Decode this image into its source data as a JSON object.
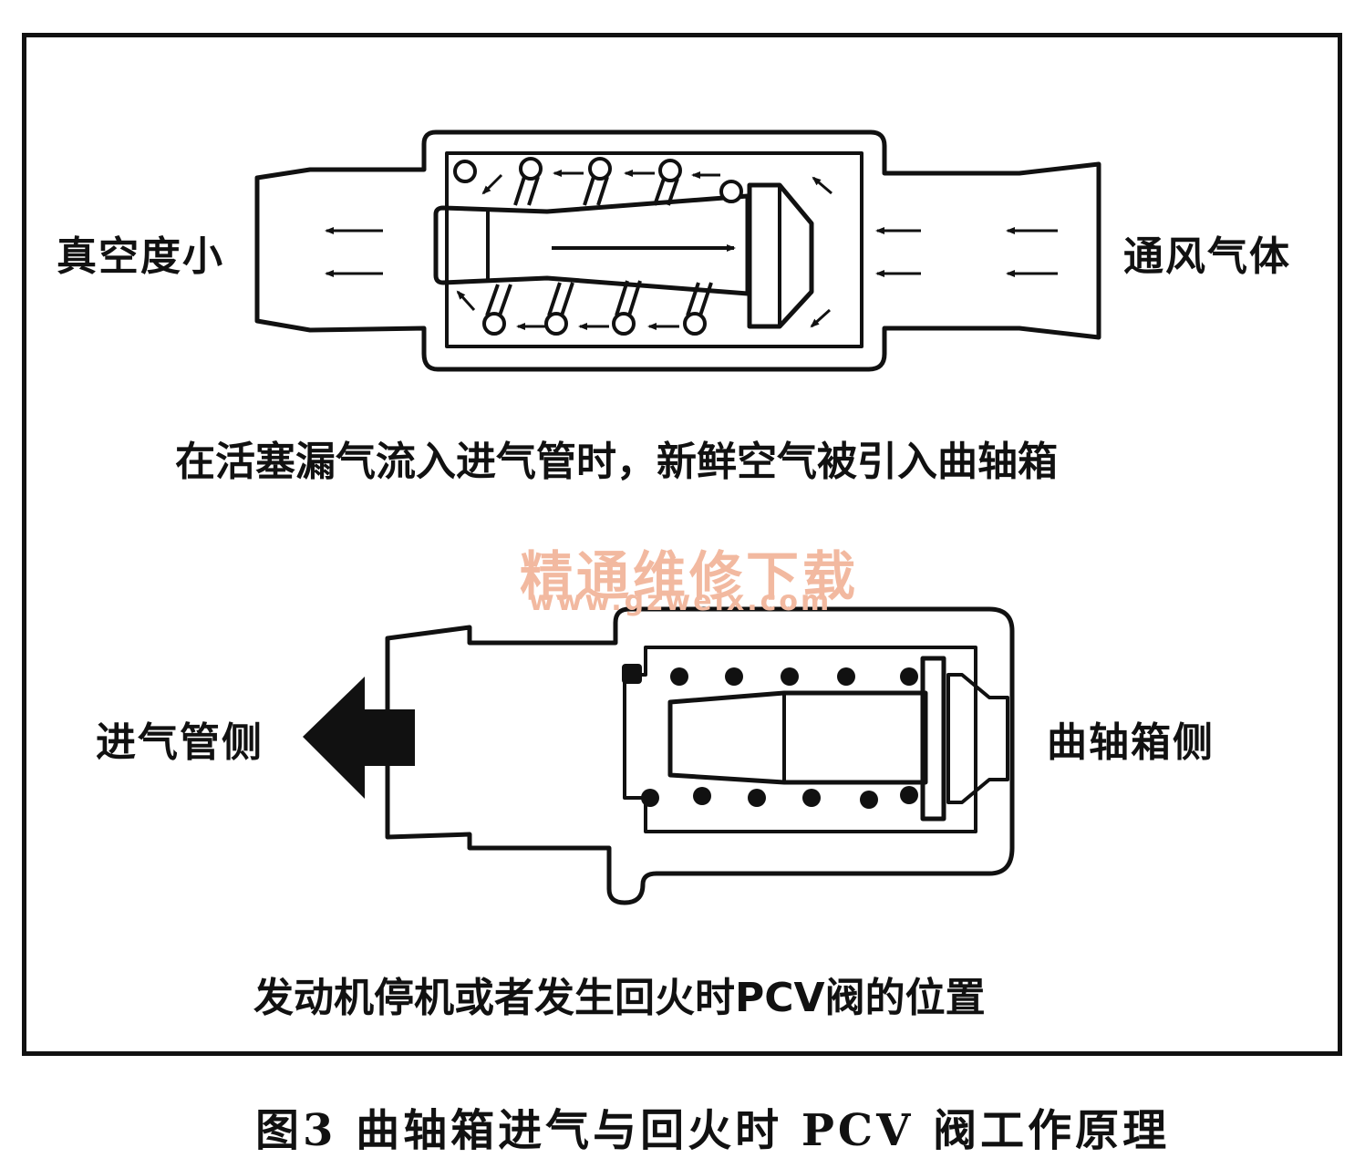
{
  "diagram": {
    "top": {
      "left_label": "真空度小",
      "right_label": "通风气体",
      "caption": "在活塞漏气流入进气管时，新鲜空气被引入曲轴箱"
    },
    "bottom": {
      "left_label": "进气管侧",
      "right_label": "曲轴箱侧",
      "caption": "发动机停机或者发生回火时PCV阀的位置"
    },
    "watermark": {
      "text": "精通维修下载",
      "url": "www.gzweix.com",
      "color": "#f2b9a0"
    },
    "figure_caption": "图3  曲轴箱进气与回火时 PCV 阀工作原理"
  }
}
